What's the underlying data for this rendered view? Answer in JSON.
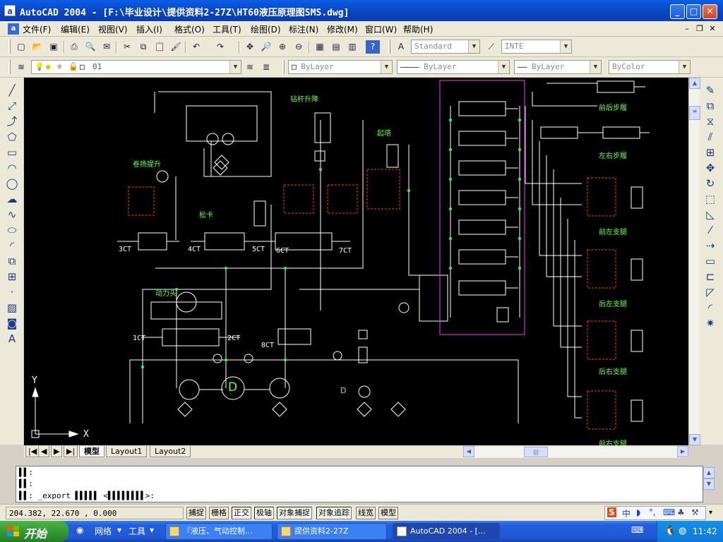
{
  "window": {
    "app_icon": "a",
    "title": "AutoCAD 2004 - [F:\\毕业设计\\提供资料2-27Z\\HT60液压原理图SMS.dwg]",
    "minimize": "_",
    "maximize": "□",
    "close": "✕"
  },
  "menu": {
    "items": [
      "文件(F)",
      "编辑(E)",
      "视图(V)",
      "插入(I)",
      "格式(O)",
      "工具(T)",
      "绘图(D)",
      "标注(N)",
      "修改(M)",
      "窗口(W)",
      "帮助(H)"
    ],
    "doc_min": "–",
    "doc_restore": "❐",
    "doc_close": "✕"
  },
  "toolbar": {
    "text_style": "Standard",
    "dim_style": "INTE",
    "layer": "01",
    "color": "ByLayer",
    "linetype": "ByLayer",
    "lineweight": "ByLayer",
    "plotstyle": "ByColor"
  },
  "drawing": {
    "labels": [
      {
        "text": "钻杆升降",
        "color": "green"
      },
      {
        "text": "起塔",
        "color": "green"
      },
      {
        "text": "卷扬提升",
        "color": "green"
      },
      {
        "text": "松卡",
        "color": "green"
      },
      {
        "text": "动力头",
        "color": "green"
      },
      {
        "text": "前后步履",
        "color": "green"
      },
      {
        "text": "左右步履",
        "color": "green"
      },
      {
        "text": "前左支腿",
        "color": "green"
      },
      {
        "text": "后左支腿",
        "color": "green"
      },
      {
        "text": "后右支腿",
        "color": "green"
      },
      {
        "text": "前右支腿",
        "color": "green"
      },
      {
        "text": "3CT",
        "color": "white"
      },
      {
        "text": "4CT",
        "color": "white"
      },
      {
        "text": "5CT",
        "color": "white"
      },
      {
        "text": "6CT",
        "color": "white"
      },
      {
        "text": "7CT",
        "color": "white"
      },
      {
        "text": "1CT",
        "color": "white"
      },
      {
        "text": "2CT",
        "color": "white"
      },
      {
        "text": "8CT",
        "color": "white"
      },
      {
        "text": "D",
        "color": "green"
      },
      {
        "text": "D",
        "color": "green"
      },
      {
        "text": "Y",
        "color": "white"
      },
      {
        "text": "X",
        "color": "white"
      }
    ]
  },
  "tabs": [
    "模型",
    "Layout1",
    "Layout2"
  ],
  "command": {
    "line1": "▌▌:",
    "line2": "▌▌:",
    "line3": "▌▌: _export ▌▌▌▌▌ <▌▌▌▌▌▌▌▌>:"
  },
  "status": {
    "coords": "204.382, 22.670 , 0.000",
    "buttons": [
      "捕捉",
      "栅格",
      "正交",
      "极轴",
      "对象捕捉",
      "对象追踪",
      "线宽",
      "模型"
    ],
    "ime": [
      "S",
      "中",
      "◗",
      "°,",
      "⌨",
      "♣",
      "⚒"
    ]
  },
  "taskbar": {
    "start": "开始",
    "quick": [
      "网络",
      "工具"
    ],
    "tasks": [
      "『液压、气动控制...",
      "提供资料2-27Z",
      "AutoCAD 2004 - [..."
    ],
    "clock": "11:42"
  }
}
